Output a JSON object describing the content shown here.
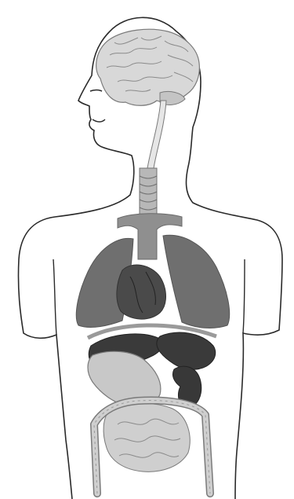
{
  "figure": {
    "description_visible_text": ""
  },
  "colors": {
    "outline": "#2a2a2a",
    "brain_fill": "#d8d8d8",
    "brain_fold": "#8a8a8a",
    "spinal_cord": "#e6e6e6",
    "trachea": "#b8b8b8",
    "vessel": "#8f8f8f",
    "lung": "#6f6f6f",
    "heart": "#4a4a4a",
    "diaphragm": "#a0a0a0",
    "liver": "#3a3a3a",
    "stomach": "#c8c8c8",
    "kidney": "#383838",
    "intestine": "#cfcfcf",
    "intestine_outline": "#7a7a7a"
  },
  "organs": [
    {
      "name": "brain"
    },
    {
      "name": "spinal-cord"
    },
    {
      "name": "trachea"
    },
    {
      "name": "aortic-arch"
    },
    {
      "name": "left-lung"
    },
    {
      "name": "right-lung"
    },
    {
      "name": "heart"
    },
    {
      "name": "diaphragm"
    },
    {
      "name": "liver"
    },
    {
      "name": "spleen"
    },
    {
      "name": "stomach"
    },
    {
      "name": "kidney"
    },
    {
      "name": "large-intestine"
    },
    {
      "name": "small-intestine"
    }
  ]
}
